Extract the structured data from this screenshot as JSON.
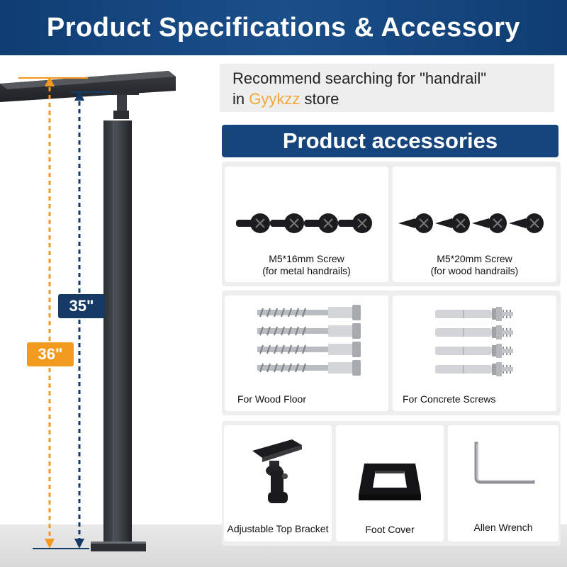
{
  "header": {
    "title": "Product Specifications & Accessory"
  },
  "diagram": {
    "height_35": "35\"",
    "height_36": "36\""
  },
  "search": {
    "line1": "Recommend searching for \"handrail\"",
    "line2_prefix": "in ",
    "brand": "Gyykzz",
    "line2_suffix": " store"
  },
  "accessories": {
    "title": "Product accessories",
    "items": [
      {
        "label1": "M5*16mm Screw",
        "label2": "(for metal handrails)"
      },
      {
        "label1": "M5*20mm Screw",
        "label2": "(for wood handrails)"
      },
      {
        "label1": "For Wood Floor"
      },
      {
        "label1": "For Concrete Screws"
      },
      {
        "label1": "Adjustable Top Bracket"
      },
      {
        "label1": "Foot Cover"
      },
      {
        "label1": "Allen Wrench"
      }
    ]
  },
  "colors": {
    "header_bg": "#0f3d73",
    "accent_orange": "#f29a1e",
    "accent_navy": "#163a66",
    "brand_text": "#f2a73b"
  }
}
